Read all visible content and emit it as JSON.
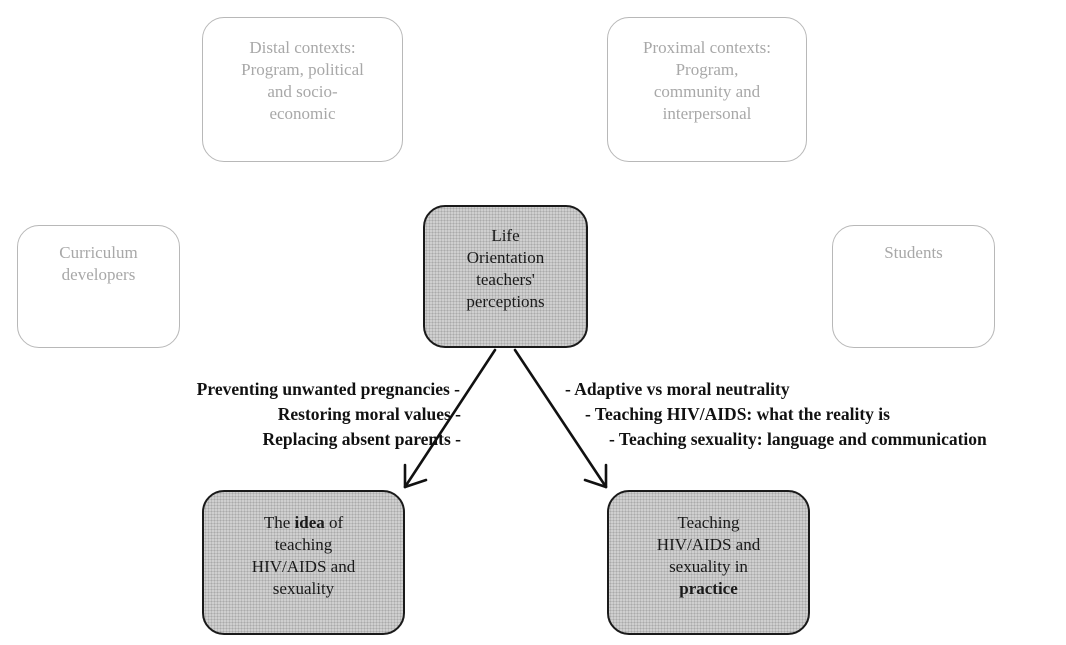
{
  "nodes": {
    "distal": {
      "lines": [
        "Distal contexts:",
        "Program, political",
        "and socio-",
        "economic"
      ]
    },
    "proximal": {
      "lines": [
        "Proximal contexts:",
        "Program,",
        "community and",
        "interpersonal"
      ]
    },
    "curriculum": {
      "lines": [
        "Curriculum",
        "developers"
      ]
    },
    "students": {
      "lines": [
        "Students"
      ]
    },
    "center": {
      "lines": [
        "Life",
        "Orientation",
        "teachers'",
        "perceptions"
      ]
    },
    "idea": {
      "line1": "The ",
      "line1_bold": "idea",
      "line1_after": " of",
      "line2": "teaching",
      "line3": "HIV/AIDS and",
      "line4": "sexuality"
    },
    "practice": {
      "line1": "Teaching",
      "line2": "HIV/AIDS and",
      "line3": "sexuality in",
      "line4_bold": "practice"
    }
  },
  "left_labels": [
    "Preventing unwanted pregnancies -",
    "Restoring moral values -",
    "Replacing absent parents -"
  ],
  "right_labels": [
    "- Adaptive vs moral neutrality",
    "- Teaching HIV/AIDS: what the reality is",
    "- Teaching sexuality: language and communication"
  ]
}
